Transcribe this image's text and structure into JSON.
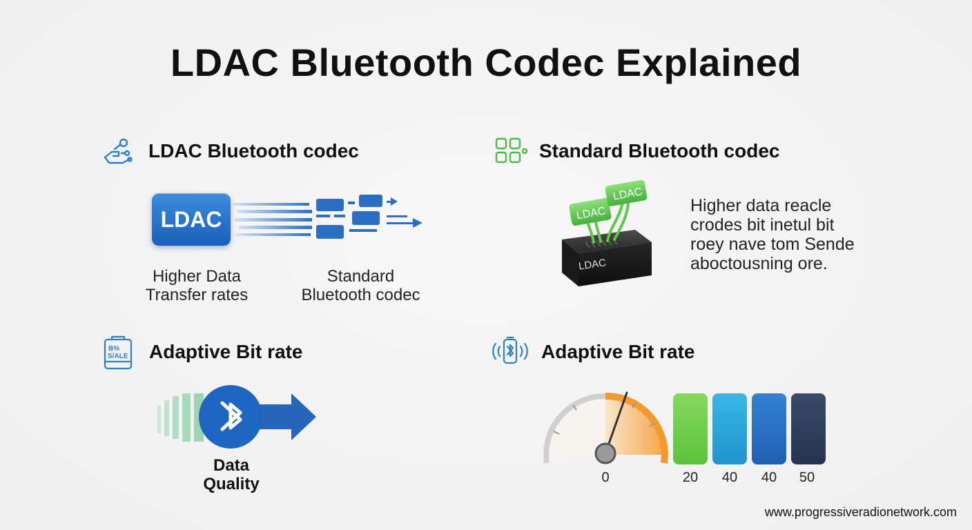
{
  "title": "LDAC Bluetooth Codec Explained",
  "sections": {
    "ldac": {
      "heading": "LDAC Bluetooth codec",
      "icon": "network-hand-icon",
      "box_label": "LDAC",
      "caption_left": [
        "Higher Data",
        "Transfer rates"
      ],
      "caption_right": [
        "Standard",
        "Bluetooth codec"
      ]
    },
    "standard": {
      "heading": "Standard Bluetooth codec",
      "icon": "grid-squares-icon",
      "chip_labels": [
        "LDAC",
        "LDAC"
      ],
      "device_label": "LDAC",
      "description": [
        "Higher data reacle",
        "crodes bit inetul bit",
        "roey nave tom Sende",
        "aboctousning ore."
      ]
    },
    "adaptive_left": {
      "heading": "Adaptive Bit rate",
      "icon": "sale-tag-icon",
      "caption": [
        "Data",
        "Quality"
      ]
    },
    "adaptive_right": {
      "heading": "Adaptive Bit rate",
      "icon": "bluetooth-battery-icon",
      "gauge_label": "0",
      "bars": [
        {
          "label": "20",
          "color": "#6fcf4a"
        },
        {
          "label": "40",
          "color": "#2fa6dc"
        },
        {
          "label": "40",
          "color": "#2b72c6"
        },
        {
          "label": "50",
          "color": "#2e3f5c"
        }
      ]
    }
  },
  "colors": {
    "blue": "#1f67c2",
    "green": "#4cb848",
    "orange": "#f39a2e"
  },
  "footer": "www.progressiveradionetwork.com"
}
